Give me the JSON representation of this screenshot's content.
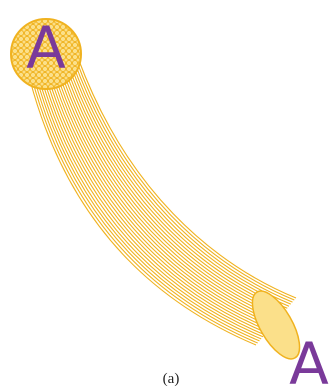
{
  "figure": {
    "start_label": "A",
    "end_label": "A",
    "caption": "(a)"
  },
  "colors": {
    "fiber": "#f0b21f",
    "fiber_fill": "#fbe08a",
    "label": "#7a3a9a",
    "background": "#ffffff"
  }
}
